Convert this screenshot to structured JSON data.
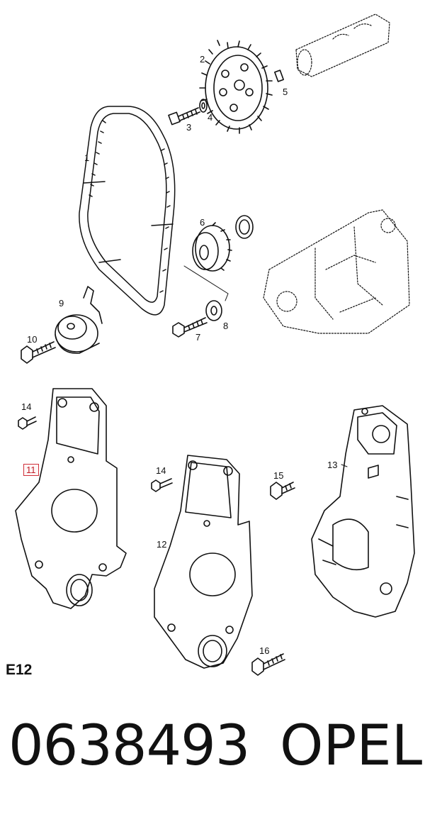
{
  "diagram": {
    "code": "E12",
    "highlight_color": "#d0303a",
    "callouts": [
      {
        "id": "1",
        "label": "1",
        "highlighted": false
      },
      {
        "id": "2",
        "label": "2",
        "highlighted": false
      },
      {
        "id": "3",
        "label": "3",
        "highlighted": false
      },
      {
        "id": "4",
        "label": "4",
        "highlighted": false
      },
      {
        "id": "5",
        "label": "5",
        "highlighted": false
      },
      {
        "id": "6",
        "label": "6",
        "highlighted": false
      },
      {
        "id": "7",
        "label": "7",
        "highlighted": false
      },
      {
        "id": "8",
        "label": "8",
        "highlighted": false
      },
      {
        "id": "9",
        "label": "9",
        "highlighted": false
      },
      {
        "id": "10",
        "label": "10",
        "highlighted": false
      },
      {
        "id": "11",
        "label": "11",
        "highlighted": true
      },
      {
        "id": "12",
        "label": "12",
        "highlighted": false
      },
      {
        "id": "13",
        "label": "13",
        "highlighted": false
      },
      {
        "id": "14a",
        "label": "14",
        "highlighted": false
      },
      {
        "id": "14b",
        "label": "14",
        "highlighted": false
      },
      {
        "id": "15",
        "label": "15",
        "highlighted": false
      },
      {
        "id": "16",
        "label": "16",
        "highlighted": false
      }
    ]
  },
  "caption": {
    "part_number": "0638493",
    "brand": "OPEL"
  }
}
